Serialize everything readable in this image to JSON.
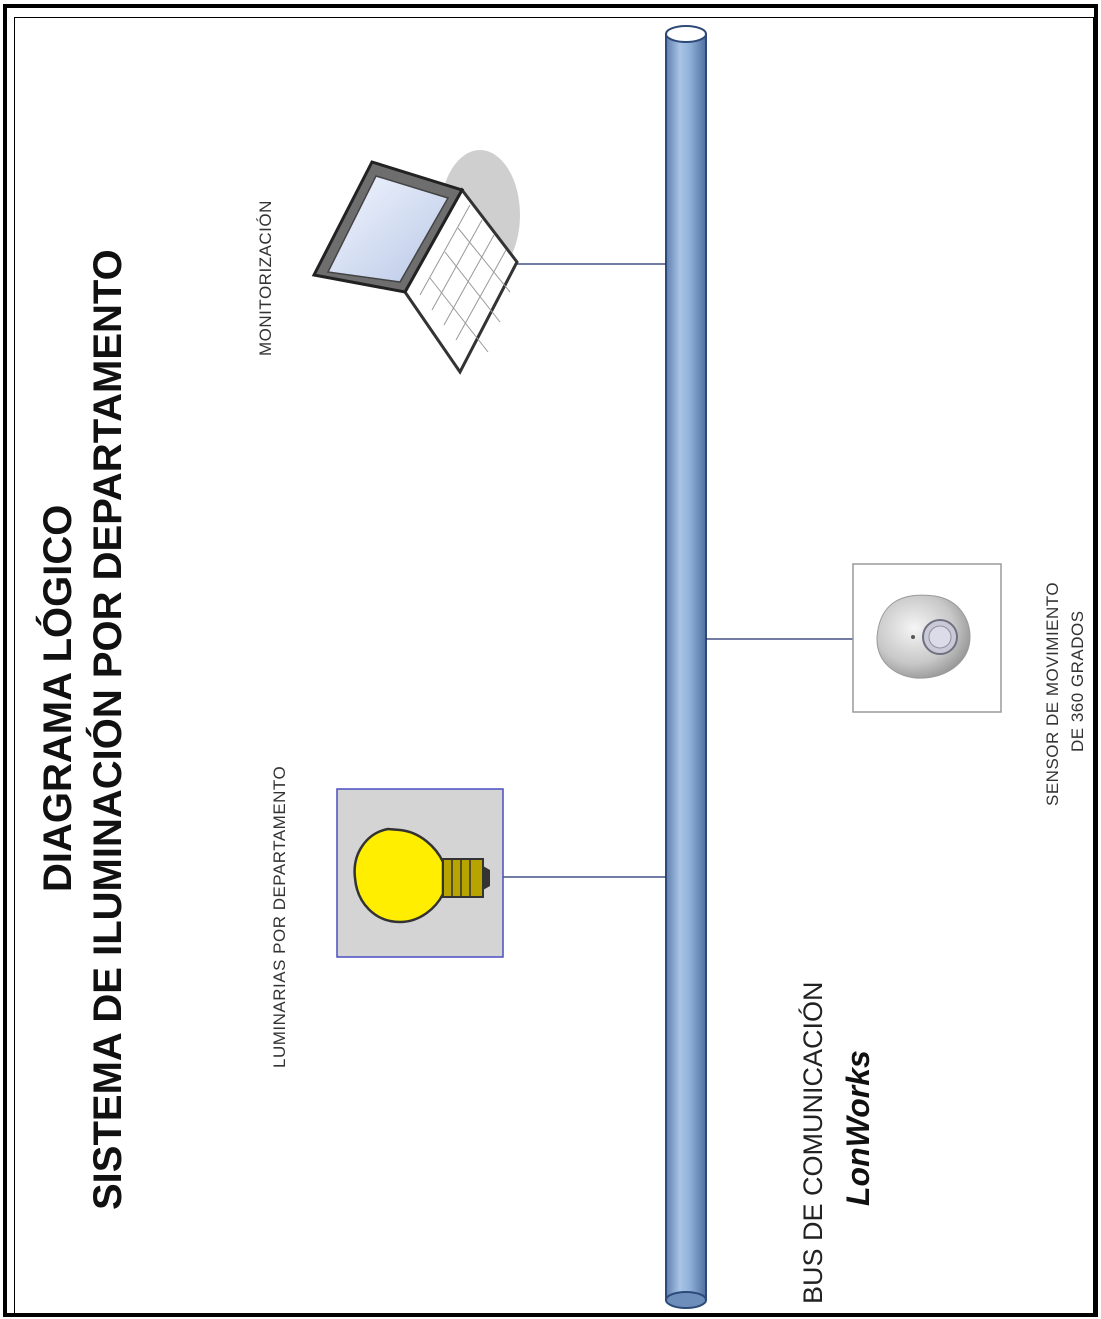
{
  "title": {
    "line1": "DIAGRAMA LÓGICO",
    "line2": "SISTEMA DE ILUMINACIÓN POR DEPARTAMENTO"
  },
  "nodes": {
    "monitor_label": "MONITORIZACIÓN",
    "luminaria_label": "LUMINARIAS POR DEPARTAMENTO",
    "sensor_label_line1": "SENSOR DE MOVIMIENTO",
    "sensor_label_line2": "DE 360 GRADOS"
  },
  "bus": {
    "label": "BUS DE COMUNICACIÓN",
    "name": "LonWorks"
  },
  "colors": {
    "bus_fill": "#8fb1d8",
    "bulb_yellow": "#ffee00",
    "box_border": "#4a4fc0"
  },
  "icons": [
    "laptop-icon",
    "light-bulb-icon",
    "motion-sensor-icon"
  ]
}
